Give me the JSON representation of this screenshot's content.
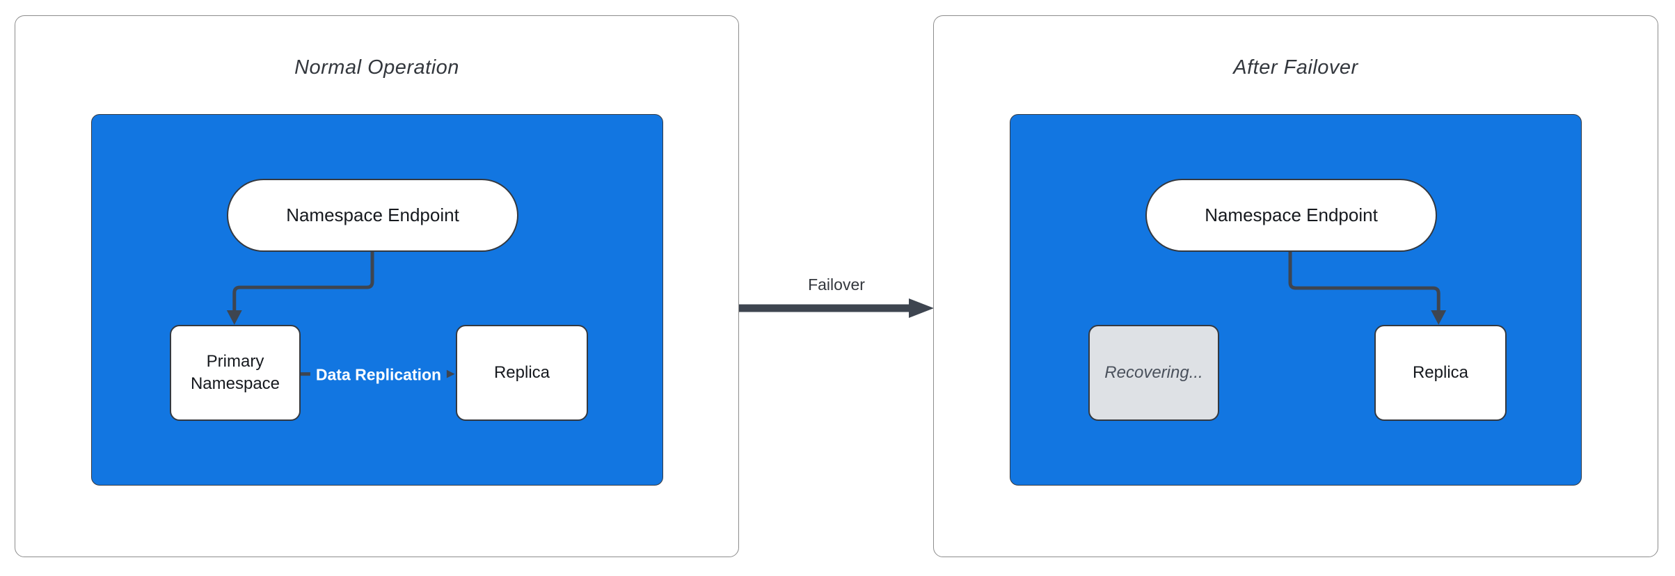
{
  "colors": {
    "blue": "#1276E1",
    "connector": "#3E4550",
    "node_border": "#343940",
    "panel_border": "#8C8C8C",
    "recovering_bg": "#DEE1E5",
    "recovering_text": "#4A515C",
    "node_text": "#16191E",
    "title_text": "#33373D",
    "edge_label_text": "#FFFFFF"
  },
  "left_panel": {
    "title": "Normal Operation",
    "endpoint_label": "Namespace Endpoint",
    "primary_label": "Primary Namespace",
    "replica_label": "Replica",
    "replication_edge_label": "Data Replication"
  },
  "failover": {
    "label": "Failover"
  },
  "right_panel": {
    "title": "After Failover",
    "endpoint_label": "Namespace Endpoint",
    "recovering_label": "Recovering...",
    "replica_label": "Replica"
  }
}
